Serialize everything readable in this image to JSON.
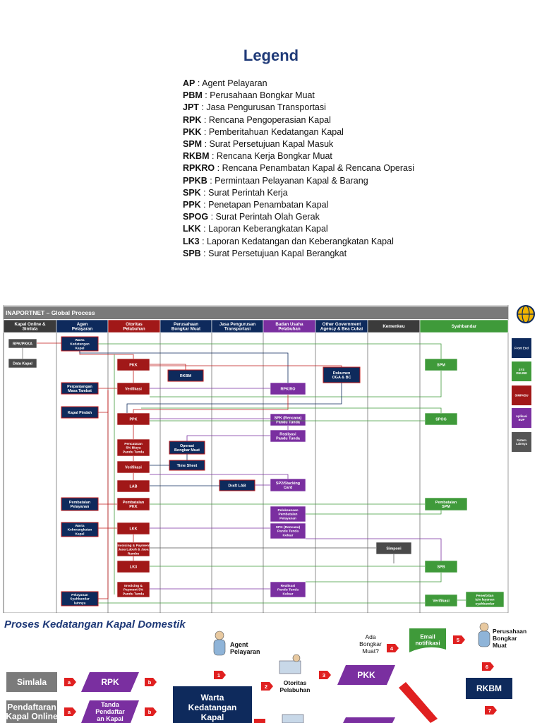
{
  "legend": {
    "title": "Legend",
    "items": [
      {
        "abbr": "AP",
        "sep": " : ",
        "text": "Agent Pelayaran"
      },
      {
        "abbr": "PBM",
        "sep": " : ",
        "text": "Perusahaan Bongkar Muat"
      },
      {
        "abbr": "JPT",
        "sep": " : ",
        "text": "Jasa Pengurusan Transportasi"
      },
      {
        "abbr": "RPK",
        "sep": " : ",
        "text": "Rencana Pengoperasian Kapal"
      },
      {
        "abbr": "PKK",
        "sep": " : ",
        "text": "Pemberitahuan Kedatangan Kapal"
      },
      {
        "abbr": "SPM",
        "sep": " : ",
        "text": "Surat Persetujuan Kapal Masuk"
      },
      {
        "abbr": "RKBM",
        "sep": " : ",
        "text": "Rencana Kerja Bongkar Muat"
      },
      {
        "abbr": "RPKRO",
        "sep": " : ",
        "text": "Rencana Penambatan Kapal & Rencana Operasi"
      },
      {
        "abbr": "PPKB",
        "sep": " : ",
        "text": "Permintaan Pelayanan Kapal & Barang"
      },
      {
        "abbr": "SPK",
        "sep": " : ",
        "text": "Surat Perintah Kerja"
      },
      {
        "abbr": "PPK",
        "sep": " : ",
        "text": "Penetapan Penambatan Kapal"
      },
      {
        "abbr": "SPOG",
        "sep": " : ",
        "text": "Surat Perintah Olah Gerak"
      },
      {
        "abbr": "LKK",
        "sep": " : ",
        "text": "Laporan Keberangkatan Kapal"
      },
      {
        "abbr": "LK3",
        "sep": " : ",
        "text": "Laporan Kedatangan dan Keberangkatan Kapal"
      },
      {
        "abbr": "SPB",
        "sep": " : ",
        "text": "Surat Persetujuan Kapal Berangkat"
      }
    ]
  },
  "inaportnet": {
    "title": "INAPORTNET – Global Process",
    "lanes": [
      {
        "lines": [
          "Kapal Online &",
          "Simlala"
        ],
        "color": "#3b3b3b"
      },
      {
        "lines": [
          "Agen",
          "Pelayaran"
        ],
        "color": "#0e2a5c"
      },
      {
        "lines": [
          "Otoritas",
          "Pelabuhan"
        ],
        "color": "#a11818"
      },
      {
        "lines": [
          "Perusahaan",
          "Bongkar Muat"
        ],
        "color": "#0e2a5c"
      },
      {
        "lines": [
          "Jasa Pengurusan",
          "Transportasi"
        ],
        "color": "#0e2a5c"
      },
      {
        "lines": [
          "Badan Usaha",
          "Pelabuhan"
        ],
        "color": "#7a2fa0"
      },
      {
        "lines": [
          "Other Government",
          "Agency & Bea Cukai"
        ],
        "color": "#0e2a5c"
      },
      {
        "lines": [
          "Kemenkeu"
        ],
        "color": "#3b3b3b"
      },
      {
        "lines": [
          "Syahbandar"
        ],
        "color": "#3f9a3a"
      }
    ],
    "boxes": [
      {
        "id": "rpkpkka",
        "lines": [
          "RPK/PKKA"
        ],
        "kind": "gray"
      },
      {
        "id": "datakapal",
        "lines": [
          "Data Kapal"
        ],
        "kind": "gray"
      },
      {
        "id": "warta",
        "lines": [
          "Warta",
          "Kedatangan",
          "Kapal"
        ],
        "kind": "navy"
      },
      {
        "id": "perpanjangan",
        "lines": [
          "Perpanjangan",
          "Masa Tambat"
        ],
        "kind": "navy"
      },
      {
        "id": "kapalpindah",
        "lines": [
          "Kapal Pindah"
        ],
        "kind": "navy"
      },
      {
        "id": "pembatalan_ap",
        "lines": [
          "Pembatalan",
          "Pelayanan"
        ],
        "kind": "navy"
      },
      {
        "id": "wartaberangkat",
        "lines": [
          "Warta",
          "Keberangkatan",
          "Kapal"
        ],
        "kind": "navy"
      },
      {
        "id": "pelayanansyah",
        "lines": [
          "Pelayanan",
          "Syahbandar",
          "lainnya"
        ],
        "kind": "navy"
      },
      {
        "id": "pkk",
        "lines": [
          "PKK"
        ],
        "kind": "red"
      },
      {
        "id": "verifikasi1",
        "lines": [
          "Verifikasi"
        ],
        "kind": "red"
      },
      {
        "id": "ppk",
        "lines": [
          "PPK"
        ],
        "kind": "red"
      },
      {
        "id": "pencatatan",
        "lines": [
          "Pencatatan",
          "5% Biaya",
          "Pandu Tunda"
        ],
        "kind": "red"
      },
      {
        "id": "verifikasi2",
        "lines": [
          "Verifikasi"
        ],
        "kind": "red"
      },
      {
        "id": "lab",
        "lines": [
          "LAB"
        ],
        "kind": "red"
      },
      {
        "id": "pembatalanpkk",
        "lines": [
          "Pembatalan",
          "PKK"
        ],
        "kind": "red"
      },
      {
        "id": "lkk",
        "lines": [
          "LKK"
        ],
        "kind": "red"
      },
      {
        "id": "invoicing1",
        "lines": [
          "Invoicing & Payment",
          "Jasa Labuh & Jasa",
          "Rambu"
        ],
        "kind": "red"
      },
      {
        "id": "lk3",
        "lines": [
          "LK3"
        ],
        "kind": "red"
      },
      {
        "id": "invoicing2",
        "lines": [
          "Invoicing &",
          "Payment 5%",
          "Pandu Tunda"
        ],
        "kind": "red"
      },
      {
        "id": "rkbm",
        "lines": [
          "RKBM"
        ],
        "kind": "navy"
      },
      {
        "id": "operasi",
        "lines": [
          "Operasi",
          "Bongkar Muat"
        ],
        "kind": "navy"
      },
      {
        "id": "timesheet",
        "lines": [
          "Time Sheet"
        ],
        "kind": "navy"
      },
      {
        "id": "draftlab",
        "lines": [
          "Draft LAB"
        ],
        "kind": "navy"
      },
      {
        "id": "rpkro",
        "lines": [
          "RPK/RO"
        ],
        "kind": "purple"
      },
      {
        "id": "spkrencana",
        "lines": [
          "SPK (Rencana)",
          "Pandu Tunda"
        ],
        "kind": "purple"
      },
      {
        "id": "realisasi1",
        "lines": [
          "Realisasi",
          "Pandu Tunda"
        ],
        "kind": "purple"
      },
      {
        "id": "sp2",
        "lines": [
          "SP2/Stacking",
          "Card"
        ],
        "kind": "purple"
      },
      {
        "id": "pelaksanaan",
        "lines": [
          "Pelaksanaan",
          "Pembatalan",
          "Pelayanan"
        ],
        "kind": "purple"
      },
      {
        "id": "spkkeluar",
        "lines": [
          "SPK (Rencana)",
          "Pandu Tunda",
          "Keluar"
        ],
        "kind": "purple"
      },
      {
        "id": "realisasi2",
        "lines": [
          "Realisasi",
          "Pandu Tunda",
          "Keluar"
        ],
        "kind": "purple"
      },
      {
        "id": "dokumen",
        "lines": [
          "Dokumen",
          "OGA & BC"
        ],
        "kind": "navy"
      },
      {
        "id": "simponi",
        "lines": [
          "Simponi"
        ],
        "kind": "gray"
      },
      {
        "id": "spm",
        "lines": [
          "SPM"
        ],
        "kind": "green"
      },
      {
        "id": "spog",
        "lines": [
          "SPOG"
        ],
        "kind": "green"
      },
      {
        "id": "pembatalanspm",
        "lines": [
          "Pembatalan",
          "SPM"
        ],
        "kind": "green"
      },
      {
        "id": "spb",
        "lines": [
          "SPB"
        ],
        "kind": "green"
      },
      {
        "id": "verifikasi3",
        "lines": [
          "Verifikasi"
        ],
        "kind": "green"
      },
      {
        "id": "penerbitan",
        "lines": [
          "Penerbitan",
          "izin layanan",
          "syahbandar"
        ],
        "kind": "green"
      }
    ],
    "side_legend": [
      {
        "lines": [
          "Front End"
        ],
        "color": "#0e2a5c"
      },
      {
        "lines": [
          "SYS",
          "ONLINE"
        ],
        "color": "#3f9a3a"
      },
      {
        "lines": [
          "SIMPADU"
        ],
        "color": "#a11818"
      },
      {
        "lines": [
          "Aplikasi",
          "BUP"
        ],
        "color": "#7a2fa0"
      },
      {
        "lines": [
          "Sistem",
          "Lainnya"
        ],
        "color": "#555555"
      }
    ],
    "colors": {
      "red": "#a11818",
      "navy": "#0e2a5c",
      "purple": "#7a2fa0",
      "green": "#3f9a3a",
      "gray": "#4a4a4a",
      "title_bar": "#7a7a7a"
    }
  },
  "domestic": {
    "title": "Proses Kedatangan Kapal Domestik",
    "simlala": "Simlala",
    "pendaftaran": [
      "Pendaftaran",
      "Kapal Online"
    ],
    "rpk": "RPK",
    "tanda": [
      "Tanda",
      "Pendaftar",
      "an Kapal"
    ],
    "agent": [
      "Agent",
      "Pelayaran"
    ],
    "warta": [
      "Warta",
      "Kedatangan",
      "Kapal"
    ],
    "otoritas": [
      "Otoritas",
      "Pelabuhan"
    ],
    "ada": [
      "Ada",
      "Bongkar",
      "Muat?"
    ],
    "pkk": "PKK",
    "email": [
      "Email",
      "notifikasi"
    ],
    "perusahaan": [
      "Perusahaan",
      "Bongkar",
      "Muat"
    ],
    "rkbm": "RKBM",
    "steps": [
      "a",
      "b",
      "1",
      "2",
      "3",
      "4",
      "5",
      "6",
      "7"
    ]
  }
}
